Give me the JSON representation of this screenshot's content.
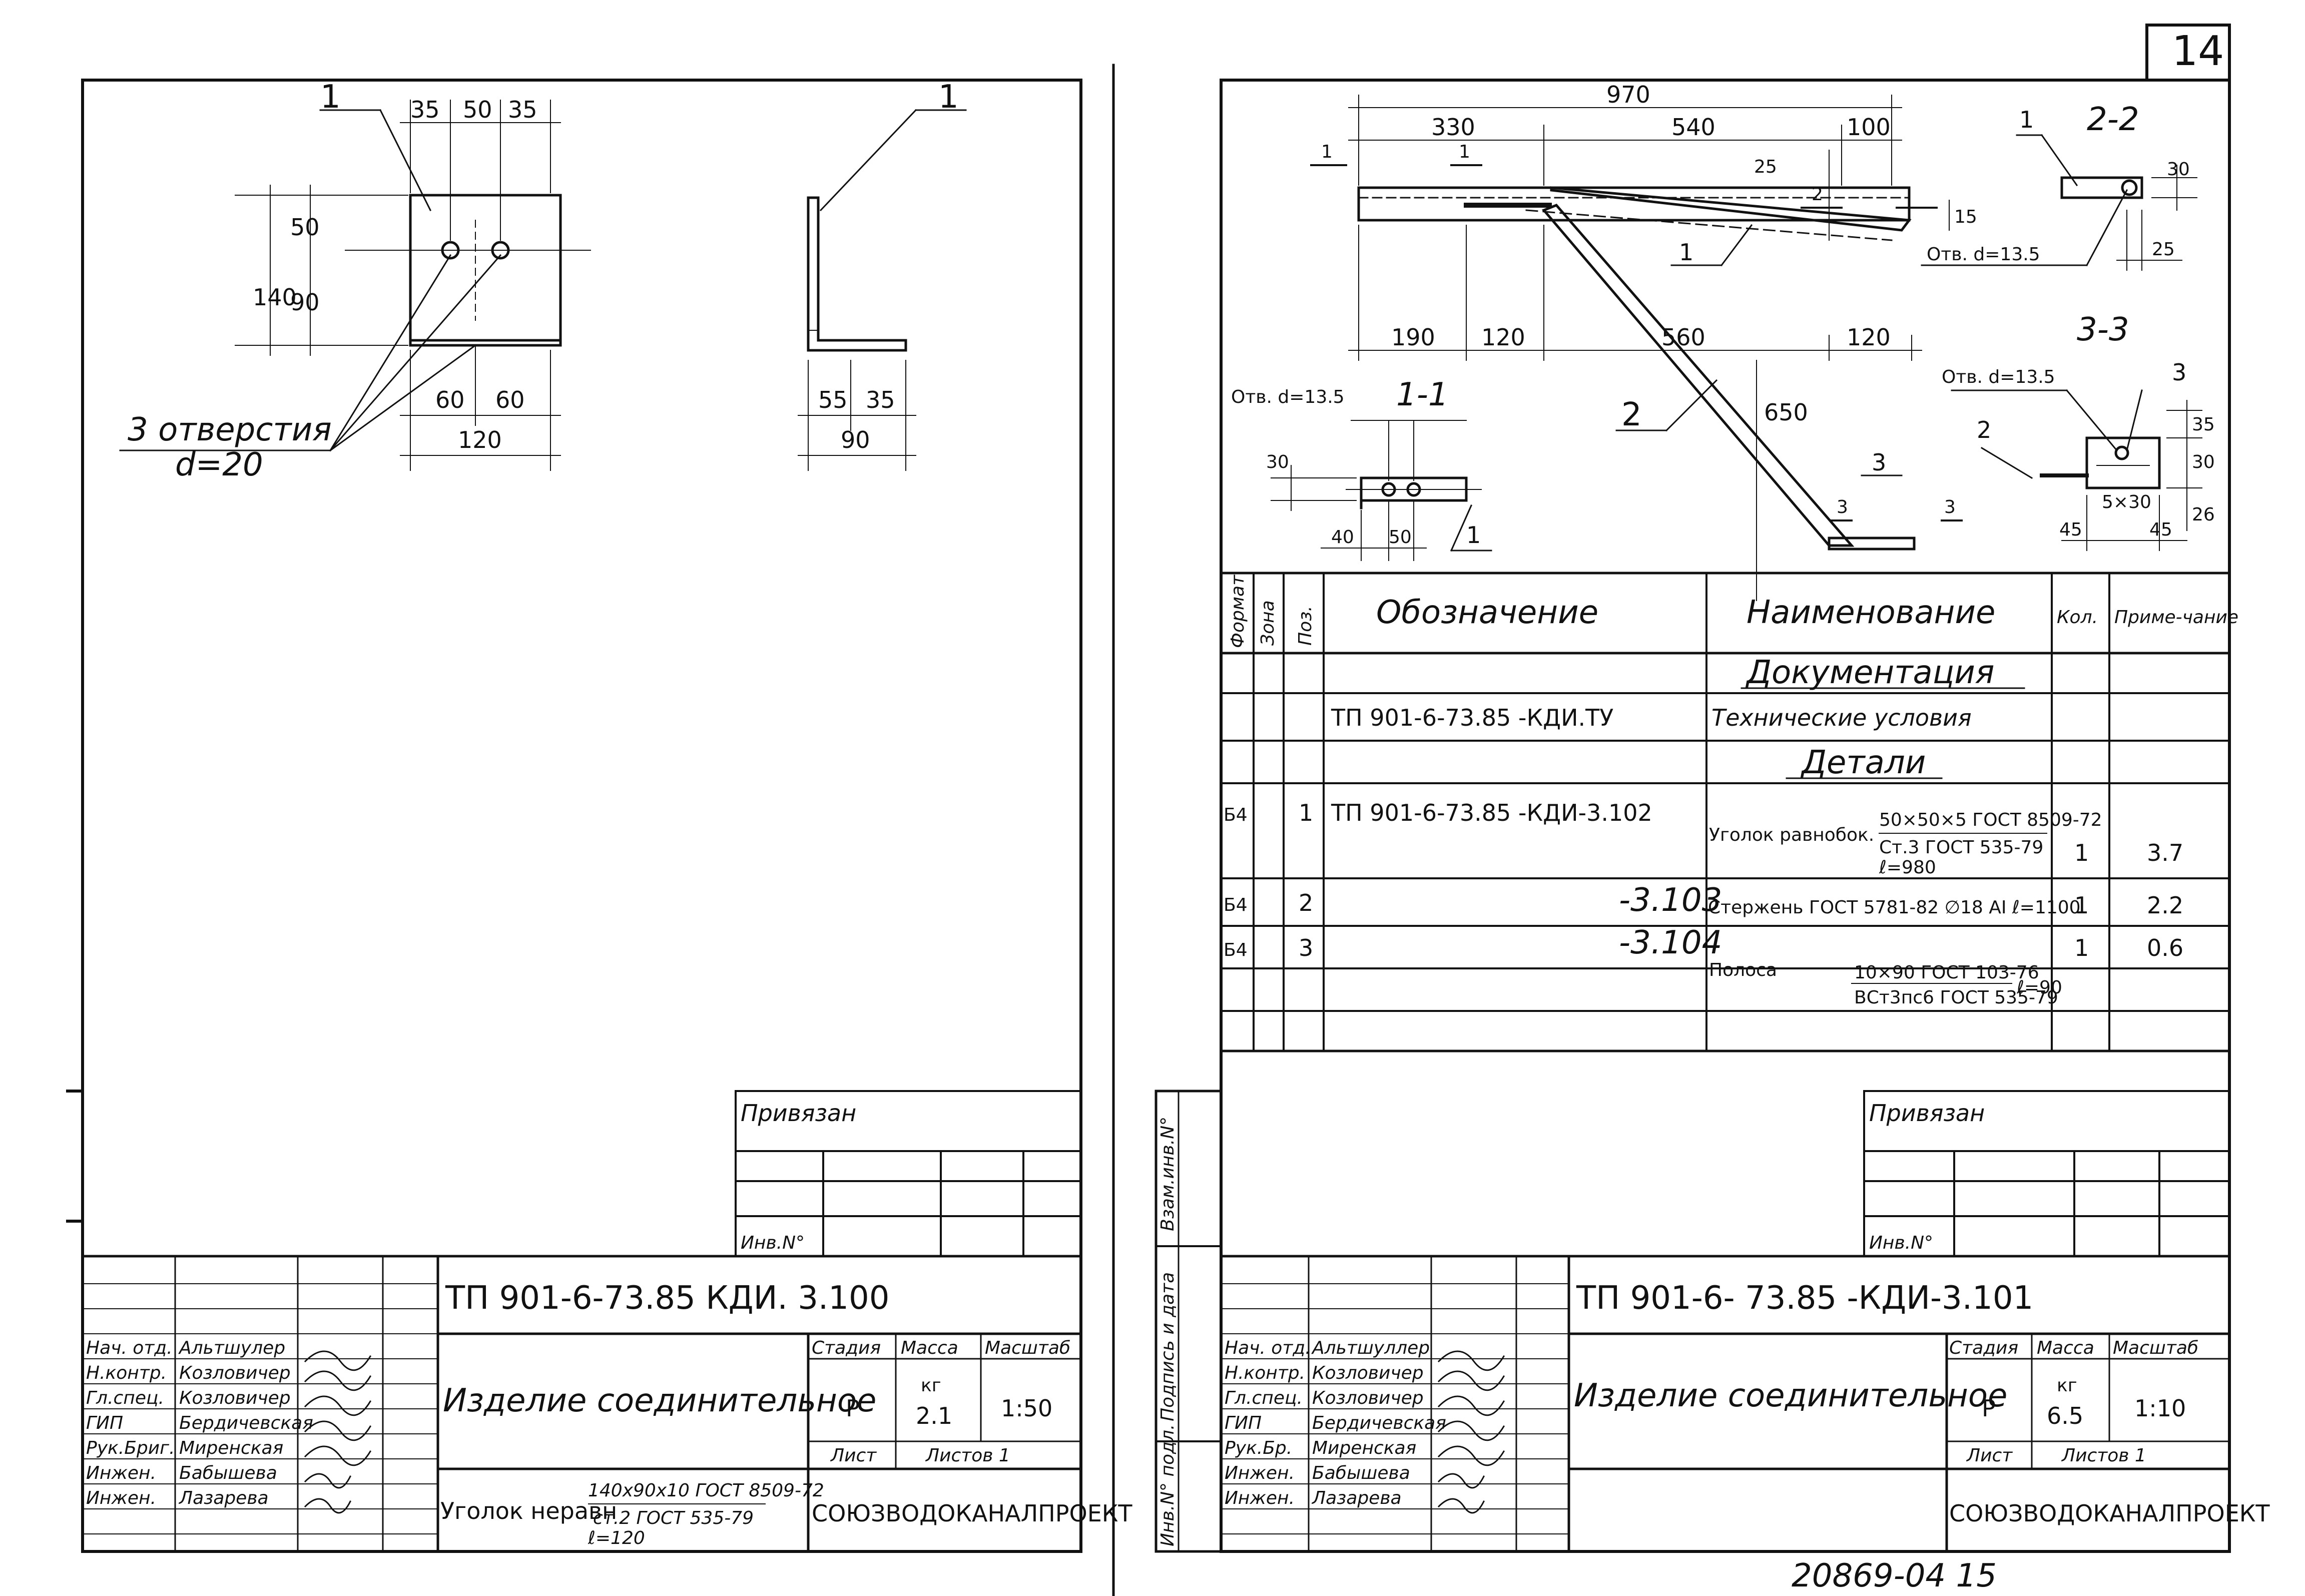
{
  "page_number": "14",
  "bottom_code": "20869-04 15",
  "left_sheet": {
    "labels": {
      "pos1_left": "1",
      "pos1_right": "1",
      "holes_line1": "3 отверстия",
      "holes_line2": "d=20"
    },
    "dims": {
      "d35a": "35",
      "d50": "50",
      "d35b": "35",
      "d140": "140",
      "d50v": "50",
      "d90v": "90",
      "d60a": "60",
      "d60b": "60",
      "d120": "120",
      "d55": "55",
      "d35c": "35",
      "d90h": "90"
    },
    "binding": {
      "title": "Привязан",
      "inv": "Инв.N°"
    },
    "title_block": {
      "doc_code": "ТП 901-6-73.85  КДИ. 3.100",
      "roles": [
        "Нач. отд.",
        "Н.контр.",
        "Гл.спец.",
        "ГИП",
        "Рук.Бриг.",
        "Инжен.",
        "Инжен."
      ],
      "names": [
        "Альтшулер",
        "Козловичер",
        "Козловичер",
        "Бердичевская",
        "Миренская",
        "Бабышева",
        "Лазарева"
      ],
      "product": "Изделие соединительное",
      "stage_h": "Стадия",
      "mass_h": "Масса",
      "scale_h": "Масштаб",
      "stage": "Р",
      "mass_unit": "кг",
      "mass": "2.1",
      "scale": "1:50",
      "sheet_h": "Лист",
      "sheets_h": "Листов 1",
      "material_prefix": "Уголок неравн",
      "material_top": "140х90х10 ГОСТ 8509-72",
      "material_bottom": "ст.2 ГОСТ 535-79",
      "material_len": "ℓ=120",
      "org": "СОЮЗВОДОКАНАЛПРОЕКТ"
    }
  },
  "right_sheet": {
    "dims": {
      "d970": "970",
      "d330": "330",
      "d540": "540",
      "d100": "100",
      "d25v": "25",
      "d15": "15",
      "d190": "190",
      "d120a": "120",
      "d560": "560",
      "d120b": "120",
      "d650": "650",
      "d30a": "30",
      "d40": "40",
      "d50": "50",
      "d30b": "30",
      "d25h": "25",
      "d35": "35",
      "d30c": "30",
      "d26": "26",
      "d45a": "45",
      "d5x30": "5×30",
      "d45b": "45"
    },
    "labels": {
      "sec_1_1_marker": "1",
      "sec_1_1_marker2": "1",
      "sec_2_2_marker": "2",
      "sec_3_3_marker": "3",
      "sec_3_3_marker2": "3",
      "pos1": "1",
      "pos2": "2",
      "pos3": "3",
      "sec11_pos1": "1",
      "sec22_pos1": "1",
      "sec33_pos2": "2",
      "sec33_pos3": "3",
      "hole_11": "Отв. d=13.5",
      "hole_22": "Отв. d=13.5",
      "hole_33": "Отв. d=13.5",
      "sec_1_1": "1-1",
      "sec_2_2": "2-2",
      "sec_3_3": "3-3"
    },
    "spec_table": {
      "headers": {
        "format": "Формат",
        "zone": "Зона",
        "pos": "Поз.",
        "designation": "Обозначение",
        "name": "Наименование",
        "qty": "Кол.",
        "note": "Приме-чание"
      },
      "section_docs": "Документация",
      "doc_designation": "ТП 901-6-73.85  -КДИ.ТУ",
      "doc_name": "Технические условия",
      "section_parts": "Детали",
      "rows": [
        {
          "format": "Б4",
          "pos": "1",
          "designation": "ТП 901-6-73.85  -КДИ-3.102",
          "name_prefix": "Уголок равнобок.",
          "name_top": "50×50×5 ГОСТ 8509-72",
          "name_bottom": "Ст.3 ГОСТ 535-79",
          "name_len": "ℓ=980",
          "qty": "1",
          "note": "3.7"
        },
        {
          "format": "Б4",
          "pos": "2",
          "designation": "-3.103",
          "name": "Стержень ГОСТ 5781-82 ∅18 АI ℓ=1100",
          "qty": "1",
          "note": "2.2"
        },
        {
          "format": "Б4",
          "pos": "3",
          "designation": "-3.104",
          "name_prefix": "Полоса",
          "name_top": "10×90 ГОСТ 103-76",
          "name_bottom": "ВСт3пс6 ГОСТ 535-79",
          "name_len": "ℓ=90",
          "qty": "1",
          "note": "0.6"
        }
      ]
    },
    "side_stamps": [
      "Взам.инв.N°",
      "Подпись и дата",
      "Инв.N° подл."
    ],
    "binding": {
      "title": "Привязан",
      "inv": "Инв.N°"
    },
    "title_block": {
      "doc_code": "ТП 901-6-  73.85  -КДИ-3.101",
      "roles": [
        "Нач. отд.",
        "Н.контр.",
        "Гл.спец.",
        "ГИП",
        "Рук.Бр.",
        "Инжен.",
        "Инжен."
      ],
      "names": [
        "Альтшуллер",
        "Козловичер",
        "Козловичер",
        "Бердичевская",
        "Миренская",
        "Бабышева",
        "Лазарева"
      ],
      "product": "Изделие соединительное",
      "stage_h": "Стадия",
      "mass_h": "Масса",
      "scale_h": "Масштаб",
      "stage": "Р",
      "mass_unit": "кг",
      "mass": "6.5",
      "scale": "1:10",
      "sheet_h": "Лист",
      "sheets_h": "Листов 1",
      "org": "СОЮЗВОДОКАНАЛПРОЕКТ"
    }
  }
}
